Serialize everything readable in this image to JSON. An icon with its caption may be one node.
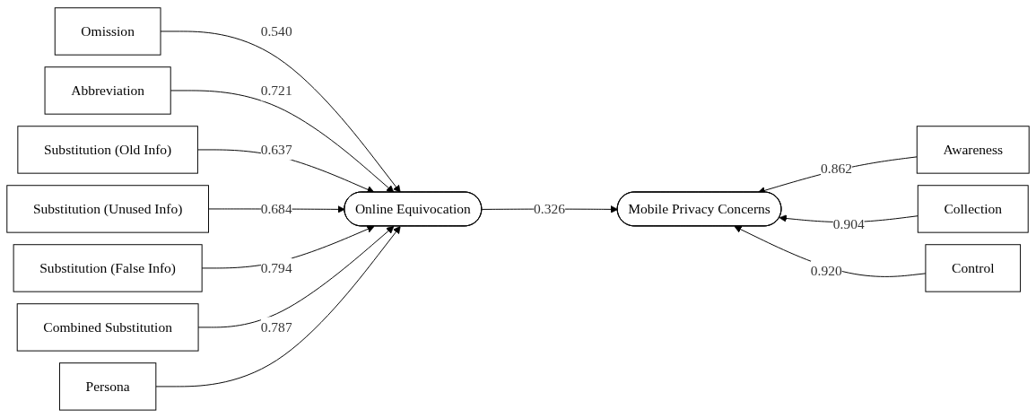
{
  "diagram": {
    "nodes": [
      {
        "text": [
          "Omission"
        ]
      },
      {
        "text": [
          "Abbreviation"
        ]
      },
      {
        "text": [
          "Substitution (Old Info)"
        ]
      },
      {
        "text": [
          "Substitution (Unused Info)"
        ]
      },
      {
        "text": [
          "Substitution (False Info)"
        ]
      },
      {
        "text": [
          "Combined Substitution"
        ]
      },
      {
        "text": [
          "Persona"
        ]
      },
      {
        "text": [
          "Online Equivocation"
        ]
      },
      {
        "text": [
          "Mobile Privacy Concerns"
        ]
      },
      {
        "text": [
          "Awareness"
        ]
      },
      {
        "text": [
          "Collection"
        ]
      },
      {
        "text": [
          "Control"
        ]
      }
    ],
    "edges": [
      {
        "from": 0,
        "to": 7,
        "arrow": "to",
        "label": "0.540"
      },
      {
        "from": 1,
        "to": 7,
        "arrow": "to",
        "label": "0.721"
      },
      {
        "from": 2,
        "to": 7,
        "arrow": "to",
        "label": "0.637"
      },
      {
        "from": 3,
        "to": 7,
        "arrow": "to",
        "label": "0.684"
      },
      {
        "from": 4,
        "to": 7,
        "arrow": "to",
        "label": "0.794"
      },
      {
        "from": 5,
        "to": 7,
        "arrow": "to",
        "label": "0.787"
      },
      {
        "from": 6,
        "to": 7,
        "arrow": "to"
      },
      {
        "from": 7,
        "to": 8,
        "arrow": "to",
        "label": "0.326"
      },
      {
        "from": 9,
        "to": 8,
        "arrow": "to",
        "label": "0.862"
      },
      {
        "from": 10,
        "to": 8,
        "arrow": "to",
        "label": "0.904"
      },
      {
        "from": 11,
        "to": 8,
        "arrow": "to",
        "label": "0.920"
      }
    ]
  }
}
